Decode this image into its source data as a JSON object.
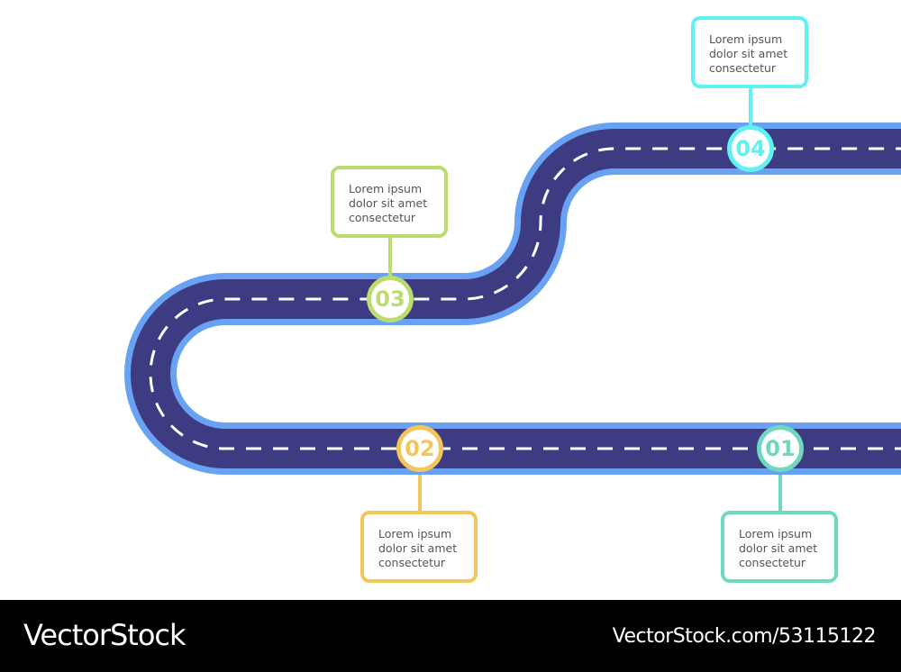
{
  "colors": {
    "road": "#3d3b82",
    "road_edge": "#6aa2f3",
    "lane_dash": "#ffffff",
    "step_01": "#6fd8bf",
    "step_02": "#f2c65a",
    "step_03": "#bcdc6f",
    "step_04": "#5ff2f2"
  },
  "steps": [
    {
      "number": "01",
      "text": [
        "Lorem  ipsum",
        "dolor sit amet",
        "consectetur"
      ]
    },
    {
      "number": "02",
      "text": [
        "Lorem  ipsum",
        "dolor sit amet",
        "consectetur"
      ]
    },
    {
      "number": "03",
      "text": [
        "Lorem  ipsum",
        "dolor sit amet",
        "consectetur"
      ]
    },
    {
      "number": "04",
      "text": [
        "Lorem  ipsum",
        "dolor sit amet",
        "consectetur"
      ]
    }
  ],
  "footer": {
    "brand": "VectorStock",
    "url": "VectorStock.com/53115122"
  }
}
